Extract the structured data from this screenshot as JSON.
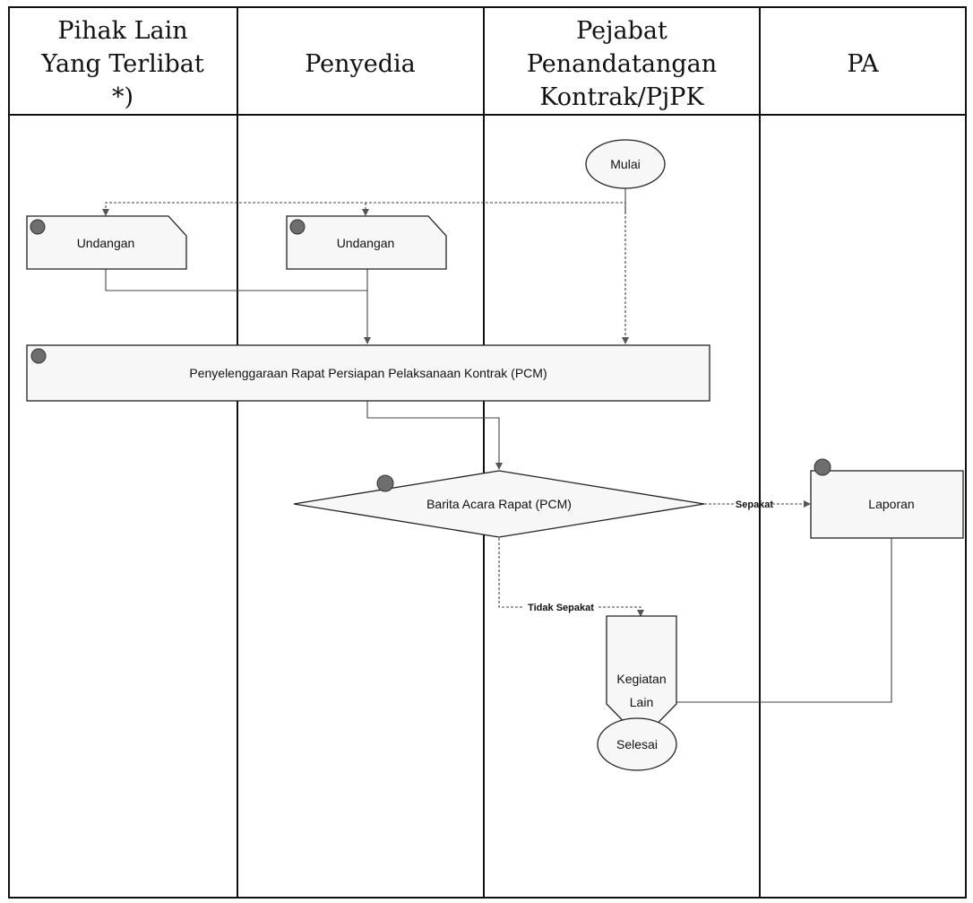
{
  "lanes": [
    {
      "lines": [
        "Pihak Lain",
        "Yang Terlibat",
        "*)"
      ]
    },
    {
      "lines": [
        "Penyedia"
      ]
    },
    {
      "lines": [
        "Pejabat",
        "Penandatangan",
        "Kontrak/PjPK"
      ]
    },
    {
      "lines": [
        "PA"
      ]
    }
  ],
  "nodes": {
    "mulai": "Mulai",
    "undangan_lain": "Undangan",
    "undangan_penyedia": "Undangan",
    "pcm": "Penyelenggaraan Rapat Persiapan Pelaksanaan Kontrak (PCM)",
    "berita_acara": "Barita Acara Rapat (PCM)",
    "laporan": "Laporan",
    "kegiatan_lain": [
      "Kegiatan",
      "Lain"
    ],
    "selesai": "Selesai"
  },
  "edges": {
    "sepakat": "Sepakat",
    "tidak_sepakat": "Tidak Sepakat"
  }
}
